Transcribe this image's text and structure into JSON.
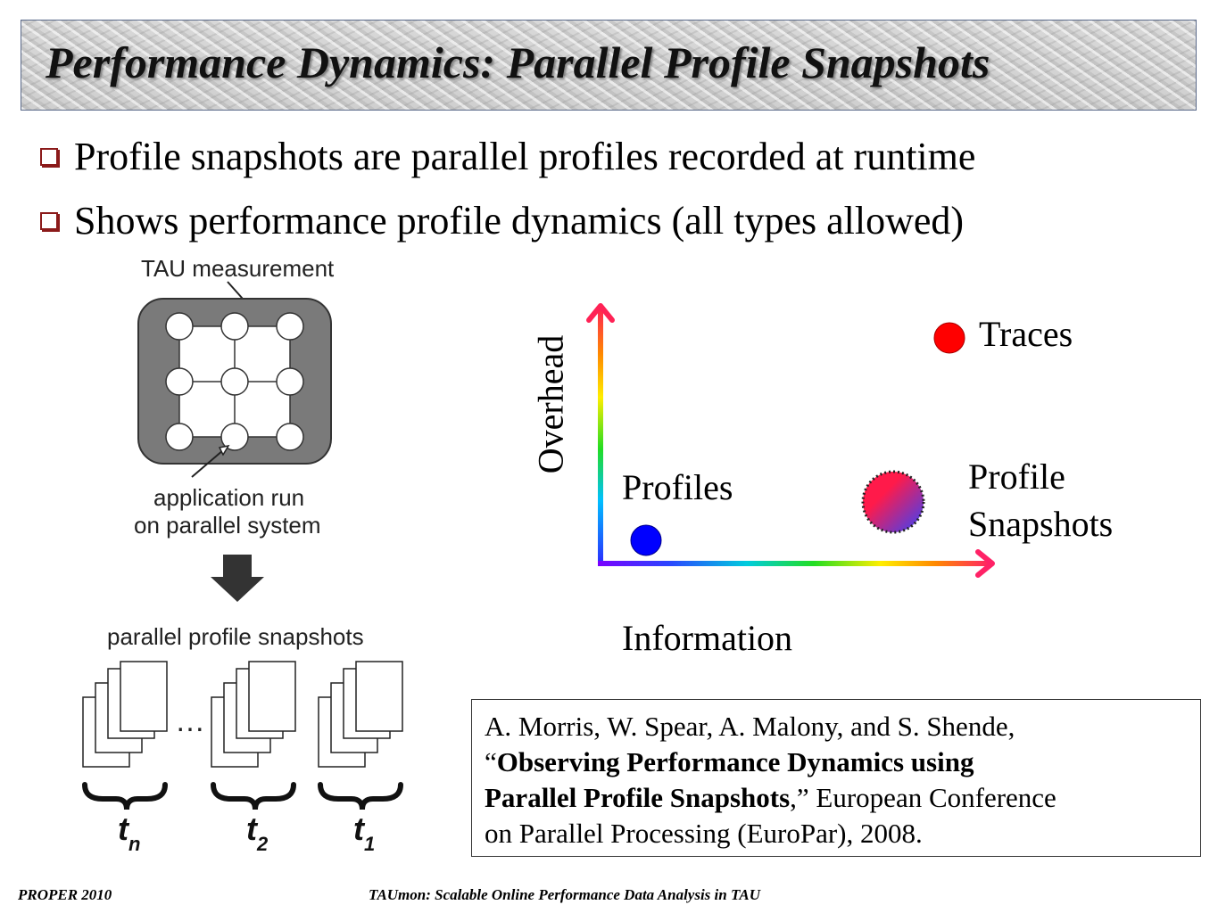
{
  "title": "Performance Dynamics: Parallel Profile Snapshots",
  "bullets": [
    "Profile snapshots are parallel profiles recorded at runtime",
    "Shows performance profile dynamics (all types allowed)"
  ],
  "figure": {
    "tau_measurement": "TAU measurement",
    "app_run_line1": "application run",
    "app_run_line2": "on parallel system",
    "snapshots_label": "parallel profile snapshots",
    "ellipsis": "…",
    "t_labels": [
      {
        "base": "t",
        "sub": "n"
      },
      {
        "base": "t",
        "sub": "2"
      },
      {
        "base": "t",
        "sub": "1"
      }
    ]
  },
  "plot": {
    "y_label": "Overhead",
    "x_label": "Information",
    "points": [
      {
        "label": "Traces",
        "color": "#ff0000"
      },
      {
        "label": "Profiles",
        "color": "#0000ff"
      },
      {
        "label_line1": "Profile",
        "label_line2": "Snapshots",
        "color_start": "#ff1a4a",
        "color_end": "#3344ff"
      }
    ]
  },
  "citation": {
    "authors": "A. Morris, W. Spear, A. Malony, and S. Shende,",
    "open_quote": "“",
    "title_bold_1": "Observing Performance Dynamics using",
    "title_bold_2": "Parallel Profile Snapshots",
    "close_quote": ",”",
    "venue_1": " European Conference",
    "venue_2": "on Parallel Processing (EuroPar), 2008."
  },
  "footer": {
    "left": "PROPER 2010",
    "center": "TAUmon: Scalable Online Performance Data Analysis in TAU"
  },
  "colors": {
    "bullet_box": "#8b1a1a",
    "trace_dot": "#ff0000",
    "profile_dot": "#0000ff"
  }
}
